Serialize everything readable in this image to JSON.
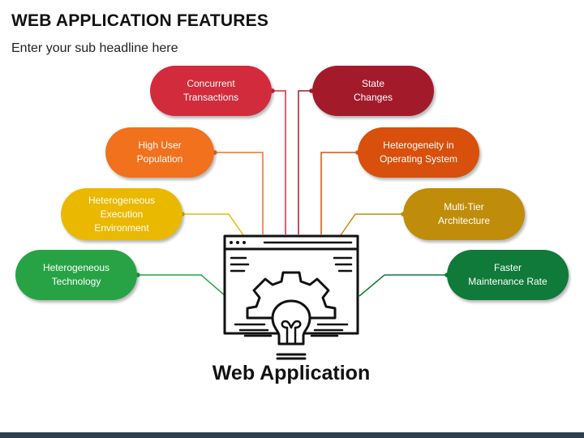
{
  "title": "WEB APPLICATION FEATURES",
  "subtitle": "Enter your sub headline here",
  "center": {
    "label": "Web Application",
    "icon": "web-application-gear-bulb-icon"
  },
  "features": [
    {
      "id": "concurrent-transactions",
      "label": "Concurrent\nTransactions",
      "color": "#d22b3b"
    },
    {
      "id": "state-changes",
      "label": "State\nChanges",
      "color": "#a31b2a"
    },
    {
      "id": "high-user-population",
      "label": "High User\nPopulation",
      "color": "#f2711c"
    },
    {
      "id": "heterogeneity-operating-system",
      "label": "Heterogeneity in\nOperating System",
      "color": "#d8500c"
    },
    {
      "id": "heterogeneous-execution-environment",
      "label": "Heterogeneous\nExecution\nEnvironment",
      "color": "#ebb800"
    },
    {
      "id": "multi-tier-architecture",
      "label": "Multi-Tier\nArchitecture",
      "color": "#bf8d0a"
    },
    {
      "id": "heterogeneous-technology",
      "label": "Heterogeneous\nTechnology",
      "color": "#27a345"
    },
    {
      "id": "faster-maintenance-rate",
      "label": "Faster\nMaintenance Rate",
      "color": "#0f7a3a"
    }
  ]
}
